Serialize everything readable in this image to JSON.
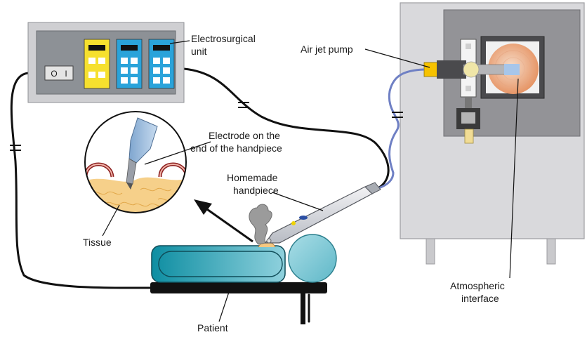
{
  "labels": {
    "electrosurgical_unit": [
      "Electrosurgical",
      "unit"
    ],
    "air_jet_pump": "Air jet pump",
    "electrode": [
      "Electrode on the",
      "end of the handpiece"
    ],
    "homemade_handpiece": [
      "Homemade",
      "handpiece"
    ],
    "tissue": "Tissue",
    "patient": "Patient",
    "atmospheric_interface": [
      "Atmospheric",
      "interface"
    ]
  },
  "esu_panel": {
    "switch_symbols": [
      "O",
      "I"
    ],
    "display_colors": [
      "#f6e02e",
      "#2aa3da",
      "#2aa3da"
    ]
  },
  "colors": {
    "cable": "#111111",
    "tube": "#6f80c4",
    "cabinet": "#d9d9dc",
    "esu_body": "#cfcfd2",
    "esu_front": "#8d9196",
    "table": "#111111",
    "patient_body": "#1f99ab",
    "tissue": "#f6d08a"
  }
}
